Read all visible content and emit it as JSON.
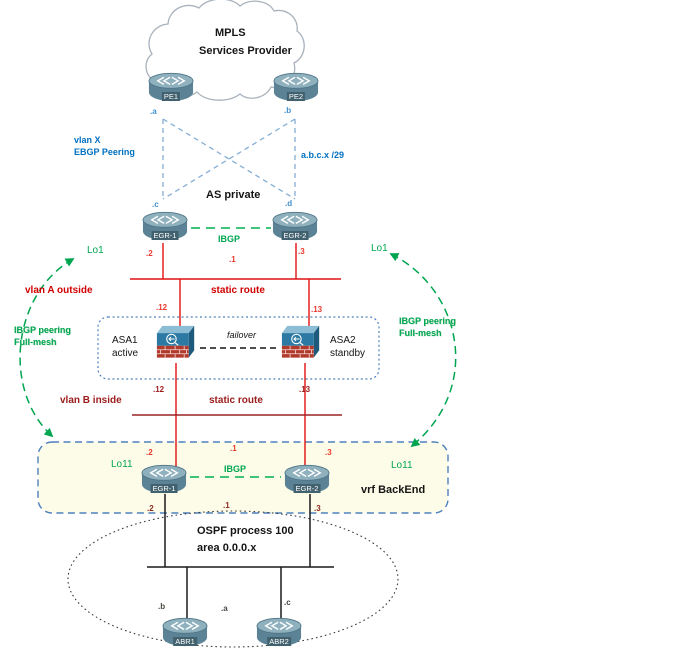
{
  "colors": {
    "blue_text": "#0070c0",
    "port_blue": "#3f90cf",
    "link_blue": "#85aed6",
    "red": "#e01010",
    "dark_red": "#9b1b1b",
    "green": "#00b050",
    "box_border_blue": "#4f81bd",
    "vrf_fill": "#fdfce8"
  },
  "cloud": {
    "title": "MPLS",
    "subtitle": "Services Provider"
  },
  "provider": {
    "pe1": "PE1",
    "pe2": "PE2",
    "port_a": ".a",
    "port_b": ".b"
  },
  "peering": {
    "vlan": "vlan X",
    "label": "EBGP Peering",
    "subnet": "a.b.c.x /29",
    "as_name": "AS private",
    "port_c": ".c",
    "port_d": ".d"
  },
  "edge": {
    "egr1": "EGR-1",
    "egr2": "EGR-2",
    "ibgp": "IBGP",
    "lo1_left": "Lo1",
    "lo1_right": "Lo1",
    "ip2": ".2",
    "ip1": ".1",
    "ip3": ".3",
    "vlan_a": "vlan A outside",
    "static_route": "static route",
    "ip12": ".12",
    "ip13": ".13"
  },
  "firewalls": {
    "asa1_name": "ASA1",
    "asa1_role": "active",
    "asa2_name": "ASA2",
    "asa2_role": "standby",
    "failover": "failover"
  },
  "mesh": {
    "left1": "IBGP peering",
    "left2": "Full-mesh",
    "right1": "IBGP peering",
    "right2": "Full-mesh"
  },
  "inside": {
    "ip12": ".12",
    "ip13": ".13",
    "vlan_b": "vlan B inside",
    "static_route": "static route"
  },
  "vrf": {
    "lo11_left": "Lo11",
    "lo11_right": "Lo11",
    "ip2": ".2",
    "ip1": ".1",
    "ip3": ".3",
    "egr1": "EGR-1",
    "egr2": "EGR-2",
    "ibgp": "IBGP",
    "name": "vrf BackEnd"
  },
  "ospf": {
    "ip2": ".2",
    "ip1": ".1",
    "ip3": ".3",
    "process": "OSPF process 100",
    "area": "area 0.0.0.x",
    "port_b": ".b",
    "port_a": ".a",
    "port_c": ".c",
    "abr1": "ABR1",
    "abr2": "ABR2"
  }
}
